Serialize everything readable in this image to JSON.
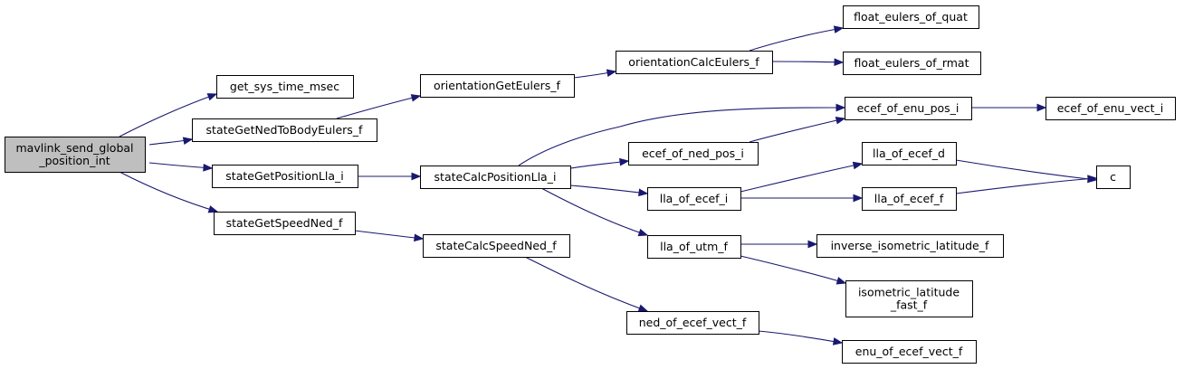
{
  "colors": {
    "edge": "#191970",
    "node_fill": "#ffffff",
    "root_fill": "#bfbfbf",
    "border": "#000000"
  },
  "nodes": [
    {
      "id": "mavlink",
      "lines": [
        "mavlink_send_global",
        "_position_int"
      ],
      "root": true
    },
    {
      "id": "get_sys_time",
      "lines": [
        "get_sys_time_msec"
      ]
    },
    {
      "id": "stateGetNedToBodyEulers",
      "lines": [
        "stateGetNedToBodyEulers_f"
      ]
    },
    {
      "id": "stateGetPositionLla",
      "lines": [
        "stateGetPositionLla_i"
      ]
    },
    {
      "id": "stateGetSpeedNed",
      "lines": [
        "stateGetSpeedNed_f"
      ]
    },
    {
      "id": "orientationGetEulers",
      "lines": [
        "orientationGetEulers_f"
      ]
    },
    {
      "id": "stateCalcPositionLla",
      "lines": [
        "stateCalcPositionLla_i"
      ]
    },
    {
      "id": "stateCalcSpeedNed",
      "lines": [
        "stateCalcSpeedNed_f"
      ]
    },
    {
      "id": "orientationCalcEulers",
      "lines": [
        "orientationCalcEulers_f"
      ]
    },
    {
      "id": "ecef_of_ned_pos",
      "lines": [
        "ecef_of_ned_pos_i"
      ]
    },
    {
      "id": "lla_of_ecef_i",
      "lines": [
        "lla_of_ecef_i"
      ]
    },
    {
      "id": "lla_of_utm",
      "lines": [
        "lla_of_utm_f"
      ]
    },
    {
      "id": "ned_of_ecef_vect",
      "lines": [
        "ned_of_ecef_vect_f"
      ]
    },
    {
      "id": "float_eulers_of_quat",
      "lines": [
        "float_eulers_of_quat"
      ]
    },
    {
      "id": "float_eulers_of_rmat",
      "lines": [
        "float_eulers_of_rmat"
      ]
    },
    {
      "id": "ecef_of_enu_pos",
      "lines": [
        "ecef_of_enu_pos_i"
      ]
    },
    {
      "id": "lla_of_ecef_d",
      "lines": [
        "lla_of_ecef_d"
      ]
    },
    {
      "id": "lla_of_ecef_f",
      "lines": [
        "lla_of_ecef_f"
      ]
    },
    {
      "id": "inverse_isometric",
      "lines": [
        "inverse_isometric_latitude_f"
      ]
    },
    {
      "id": "isometric_latitude_fast",
      "lines": [
        "isometric_latitude",
        "_fast_f"
      ]
    },
    {
      "id": "enu_of_ecef_vect",
      "lines": [
        "enu_of_ecef_vect_f"
      ]
    },
    {
      "id": "ecef_of_enu_vect",
      "lines": [
        "ecef_of_enu_vect_i"
      ]
    },
    {
      "id": "c",
      "lines": [
        "c"
      ]
    }
  ],
  "edges": [
    [
      "mavlink",
      "get_sys_time"
    ],
    [
      "mavlink",
      "stateGetNedToBodyEulers"
    ],
    [
      "mavlink",
      "stateGetPositionLla"
    ],
    [
      "mavlink",
      "stateGetSpeedNed"
    ],
    [
      "stateGetNedToBodyEulers",
      "orientationGetEulers"
    ],
    [
      "orientationGetEulers",
      "orientationCalcEulers"
    ],
    [
      "orientationCalcEulers",
      "float_eulers_of_quat"
    ],
    [
      "orientationCalcEulers",
      "float_eulers_of_rmat"
    ],
    [
      "stateGetPositionLla",
      "stateCalcPositionLla"
    ],
    [
      "stateCalcPositionLla",
      "ecef_of_enu_pos"
    ],
    [
      "stateCalcPositionLla",
      "ecef_of_ned_pos"
    ],
    [
      "stateCalcPositionLla",
      "lla_of_ecef_i"
    ],
    [
      "stateCalcPositionLla",
      "lla_of_utm"
    ],
    [
      "ecef_of_ned_pos",
      "ecef_of_enu_pos"
    ],
    [
      "ecef_of_enu_pos",
      "ecef_of_enu_vect"
    ],
    [
      "lla_of_ecef_i",
      "lla_of_ecef_d"
    ],
    [
      "lla_of_ecef_i",
      "lla_of_ecef_f"
    ],
    [
      "lla_of_ecef_d",
      "c"
    ],
    [
      "lla_of_ecef_f",
      "c"
    ],
    [
      "lla_of_utm",
      "inverse_isometric"
    ],
    [
      "lla_of_utm",
      "isometric_latitude_fast"
    ],
    [
      "stateGetSpeedNed",
      "stateCalcSpeedNed"
    ],
    [
      "stateCalcSpeedNed",
      "ned_of_ecef_vect"
    ],
    [
      "ned_of_ecef_vect",
      "enu_of_ecef_vect"
    ]
  ]
}
